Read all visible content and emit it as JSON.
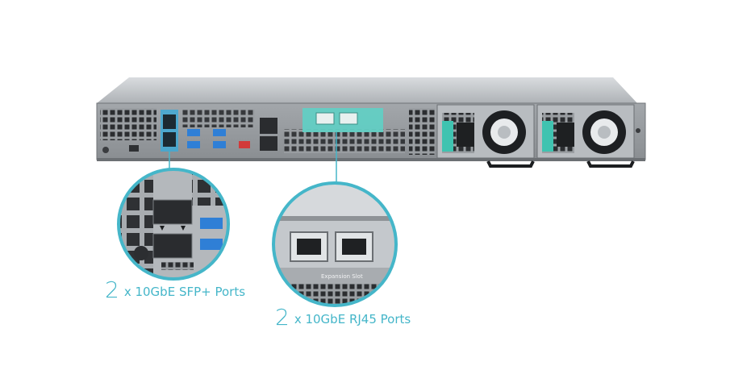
{
  "captions": {
    "sfp": {
      "count": "2",
      "text": "x 10GbE SFP+ Ports"
    },
    "rj45": {
      "count": "2",
      "text": "x 10GbE RJ45 Ports"
    }
  },
  "device_labels": {
    "expansion_slot": "Expansion Slot"
  },
  "colors": {
    "accent": "#45b6c9",
    "highlight_fill": "#5fd0c5",
    "chassis": "#8f9397",
    "chassis_dark": "#4a4d50",
    "usb_blue": "#2f7fd6",
    "psu_green": "#3fc3b0"
  }
}
